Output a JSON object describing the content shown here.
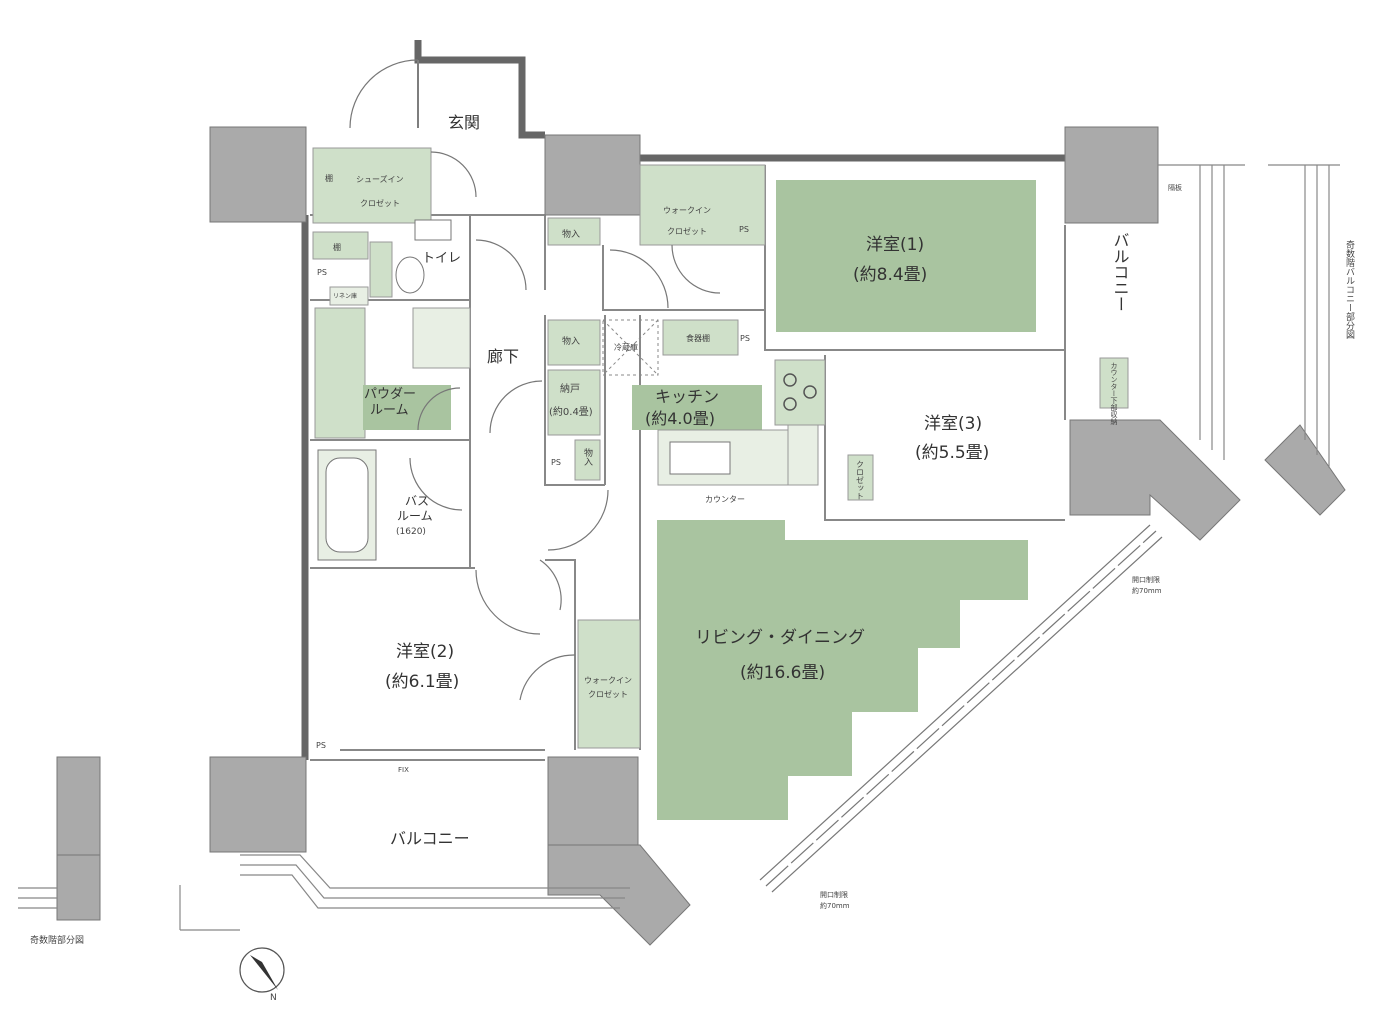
{
  "rooms": {
    "entrance": "玄関",
    "shoes_closet_line1": "シューズイン",
    "shoes_closet_line2": "クロゼット",
    "toilet": "トイレ",
    "corridor": "廊下",
    "powder_line1": "パウダー",
    "powder_line2": "ルーム",
    "bath_line1": "バス",
    "bath_line2": "ルーム",
    "bath_size": "(1620)",
    "room1_name": "洋室(1)",
    "room1_size": "(約8.4畳)",
    "room2_name": "洋室(2)",
    "room2_size": "(約6.1畳)",
    "room3_name": "洋室(3)",
    "room3_size": "(約5.5畳)",
    "kitchen_name": "キッチン",
    "kitchen_size": "(約4.0畳)",
    "living_name": "リビング・ダイニング",
    "living_size": "(約16.6畳)",
    "storage_name": "納戸",
    "storage_size": "(約0.4畳)",
    "balcony_bottom": "バルコニー",
    "balcony_right": "バルコニー"
  },
  "labels": {
    "walkin_closet_line1": "ウォークイン",
    "walkin_closet_line2": "クロゼット",
    "counter": "カウンター",
    "dish_shelf": "食器棚",
    "fridge": "冷蔵庫",
    "storage_in": "物入",
    "ps": "PS",
    "shelf": "棚",
    "linen": "リネン庫",
    "closet": "クロゼット",
    "counter_storage": "カウンター下部収納",
    "fix": "FIX",
    "opening_limit": "開口制限",
    "opening_limit_size": "約70mm",
    "partition": "隔板",
    "odd_floor_balcony": "奇数階バルコニー部分図",
    "odd_floor_part": "奇数階部分図",
    "north": "N"
  }
}
